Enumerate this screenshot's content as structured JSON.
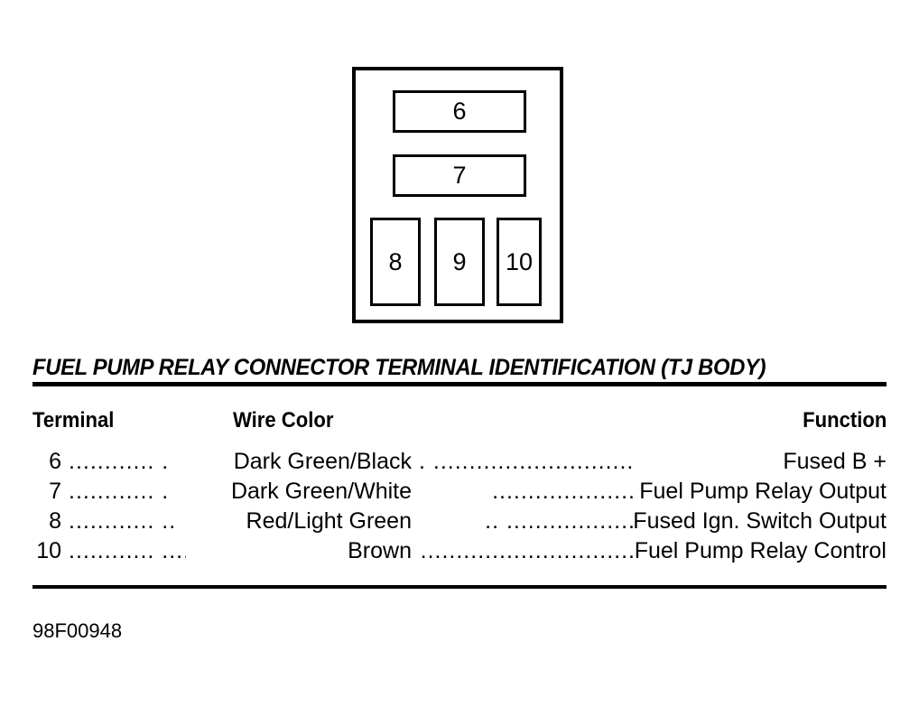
{
  "figure": {
    "title": "FUEL PUMP RELAY CONNECTOR TERMINAL IDENTIFICATION (TJ BODY)",
    "id": "98F00948",
    "connector": {
      "cells": [
        {
          "label": "6",
          "shape": "wide"
        },
        {
          "label": "7",
          "shape": "wide"
        },
        {
          "label": "8",
          "shape": "tall"
        },
        {
          "label": "9",
          "shape": "tall"
        },
        {
          "label": "10",
          "shape": "tall"
        }
      ]
    }
  },
  "table": {
    "headers": {
      "terminal": "Terminal",
      "wire_color": "Wire Color",
      "function": "Function"
    },
    "rows": [
      {
        "terminal": "6",
        "leader_left": "............ .",
        "wire_color": "Dark Green/Black",
        "leader_right": ". .........................................",
        "function": "Fused B +"
      },
      {
        "terminal": "7",
        "leader_left": "............ .",
        "wire_color": "Dark Green/White",
        "leader_right": "....................",
        "function": "Fuel Pump Relay Output"
      },
      {
        "terminal": "8",
        "leader_left": "............ ..",
        "wire_color": "Red/Light Green",
        "leader_right": ".. ..................",
        "function": "Fused Ign. Switch Output"
      },
      {
        "terminal": "10",
        "leader_left": "............ ..........",
        "wire_color": "Brown",
        "leader_right": "..............................",
        "function": "Fuel Pump Relay Control"
      }
    ]
  }
}
